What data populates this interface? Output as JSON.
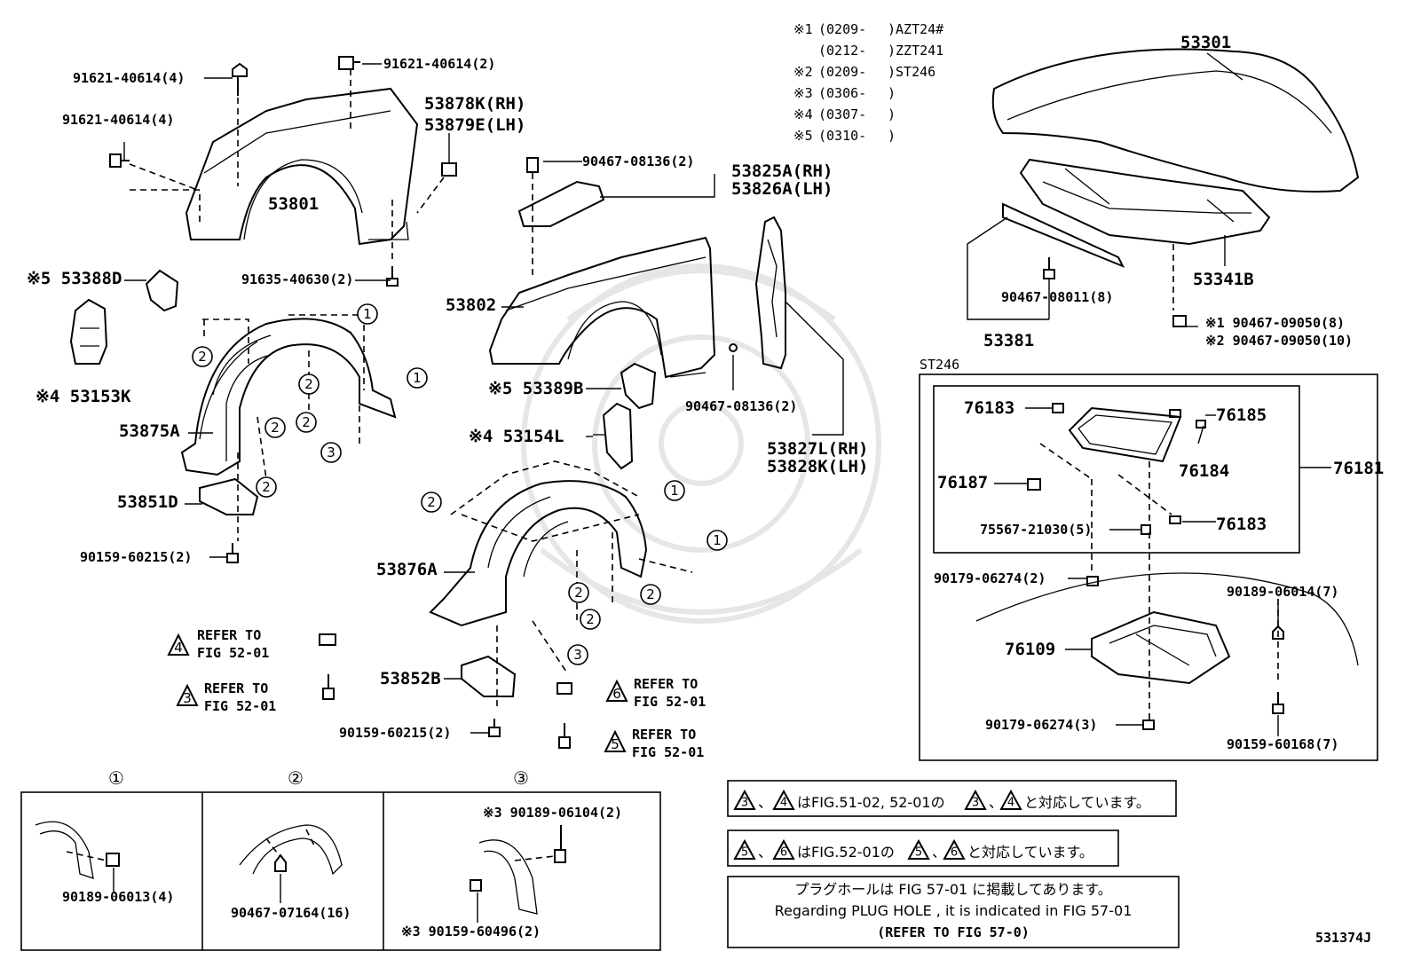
{
  "model_notes": [
    {
      "mark": "※1",
      "range": "(0209-",
      "model": ")AZT24#"
    },
    {
      "mark": "",
      "range": "(0212-",
      "model": ")ZZT241"
    },
    {
      "mark": "※2",
      "range": "(0209-",
      "model": ")ST246"
    },
    {
      "mark": "※3",
      "range": "(0306-",
      "model": ")"
    },
    {
      "mark": "※4",
      "range": "(0307-",
      "model": ")"
    },
    {
      "mark": "※5",
      "range": "(0310-",
      "model": ")"
    }
  ],
  "parts": {
    "p91621_top": "91621-40614(4)",
    "p91621_topright": "91621-40614(2)",
    "p91621_left": "91621-40614(4)",
    "p53878k": "53878K(RH)",
    "p53879e": "53879E(LH)",
    "p53801": "53801",
    "p91635": "91635-40630(2)",
    "p53388d": "※5 53388D",
    "p53153k": "※4 53153K",
    "p53875a": "53875A",
    "p53851d": "53851D",
    "p90159_left": "90159-60215(2)",
    "p90467_08136_top": "90467-08136(2)",
    "p53825a": "53825A(RH)",
    "p53826a": "53826A(LH)",
    "p53802": "53802",
    "p53389b": "※5 53389B",
    "p53154l": "※4 53154L",
    "p90467_08136_mid": "90467-08136(2)",
    "p53827l": "53827L(RH)",
    "p53828k": "53828K(LH)",
    "p53876a": "53876A",
    "p53852b": "53852B",
    "p90159_mid": "90159-60215(2)",
    "p53301": "53301",
    "p53341b": "53341B",
    "p90467_08011": "90467-08011(8)",
    "p53381": "53381",
    "p90467_09050_1": "※1 90467-09050(8)",
    "p90467_09050_2": "※2 90467-09050(10)",
    "st_label": "ST246",
    "p76183a": "76183",
    "p76185": "76185",
    "p76184": "76184",
    "p76181": "76181",
    "p76187": "76187",
    "p75567": "75567-21030(5)",
    "p76183b": "76183",
    "p90179_a": "90179-06274(2)",
    "p90189_06014": "90189-06014(7)",
    "p76109": "76109",
    "p90179_b": "90179-06274(3)",
    "p90159_60168": "90159-60168(7)"
  },
  "refs": {
    "ref_label": "REFER TO",
    "fig": "FIG 52-01",
    "n4": "4",
    "n3": "3",
    "n6": "6",
    "n5": "5"
  },
  "callouts": {
    "c1": "1",
    "c2": "2",
    "c3": "3"
  },
  "details": {
    "d1_title": "①",
    "d1_part": "90189-06013(4)",
    "d2_title": "②",
    "d2_part": "90467-07164(16)",
    "d3_title": "③",
    "d3_part_top": "※3 90189-06104(2)",
    "d3_part_bottom": "※3 90159-60496(2)"
  },
  "notes": {
    "n1_a": "3",
    "n1_b": "4",
    "n1_text_a": "、",
    "n1_text_b": "はFIG.51-02, 52-01の",
    "n1_c": "3",
    "n1_d": "4",
    "n1_text_c": "、",
    "n1_text_d": "と対応しています。",
    "n2_a": "5",
    "n2_b": "6",
    "n2_text_a": "、",
    "n2_text_b": "はFIG.52-01の",
    "n2_c": "5",
    "n2_d": "6",
    "n2_text_c": "、",
    "n2_text_d": "と対応しています。",
    "plug_line1": "プラグホールは FIG 57-01 に掲載してあります。",
    "plug_line2": "Regarding  PLUG HOLE , it is indicated in FIG 57-01",
    "plug_line3": "(REFER TO FIG 57-0)"
  },
  "diagram_id": "531374J"
}
